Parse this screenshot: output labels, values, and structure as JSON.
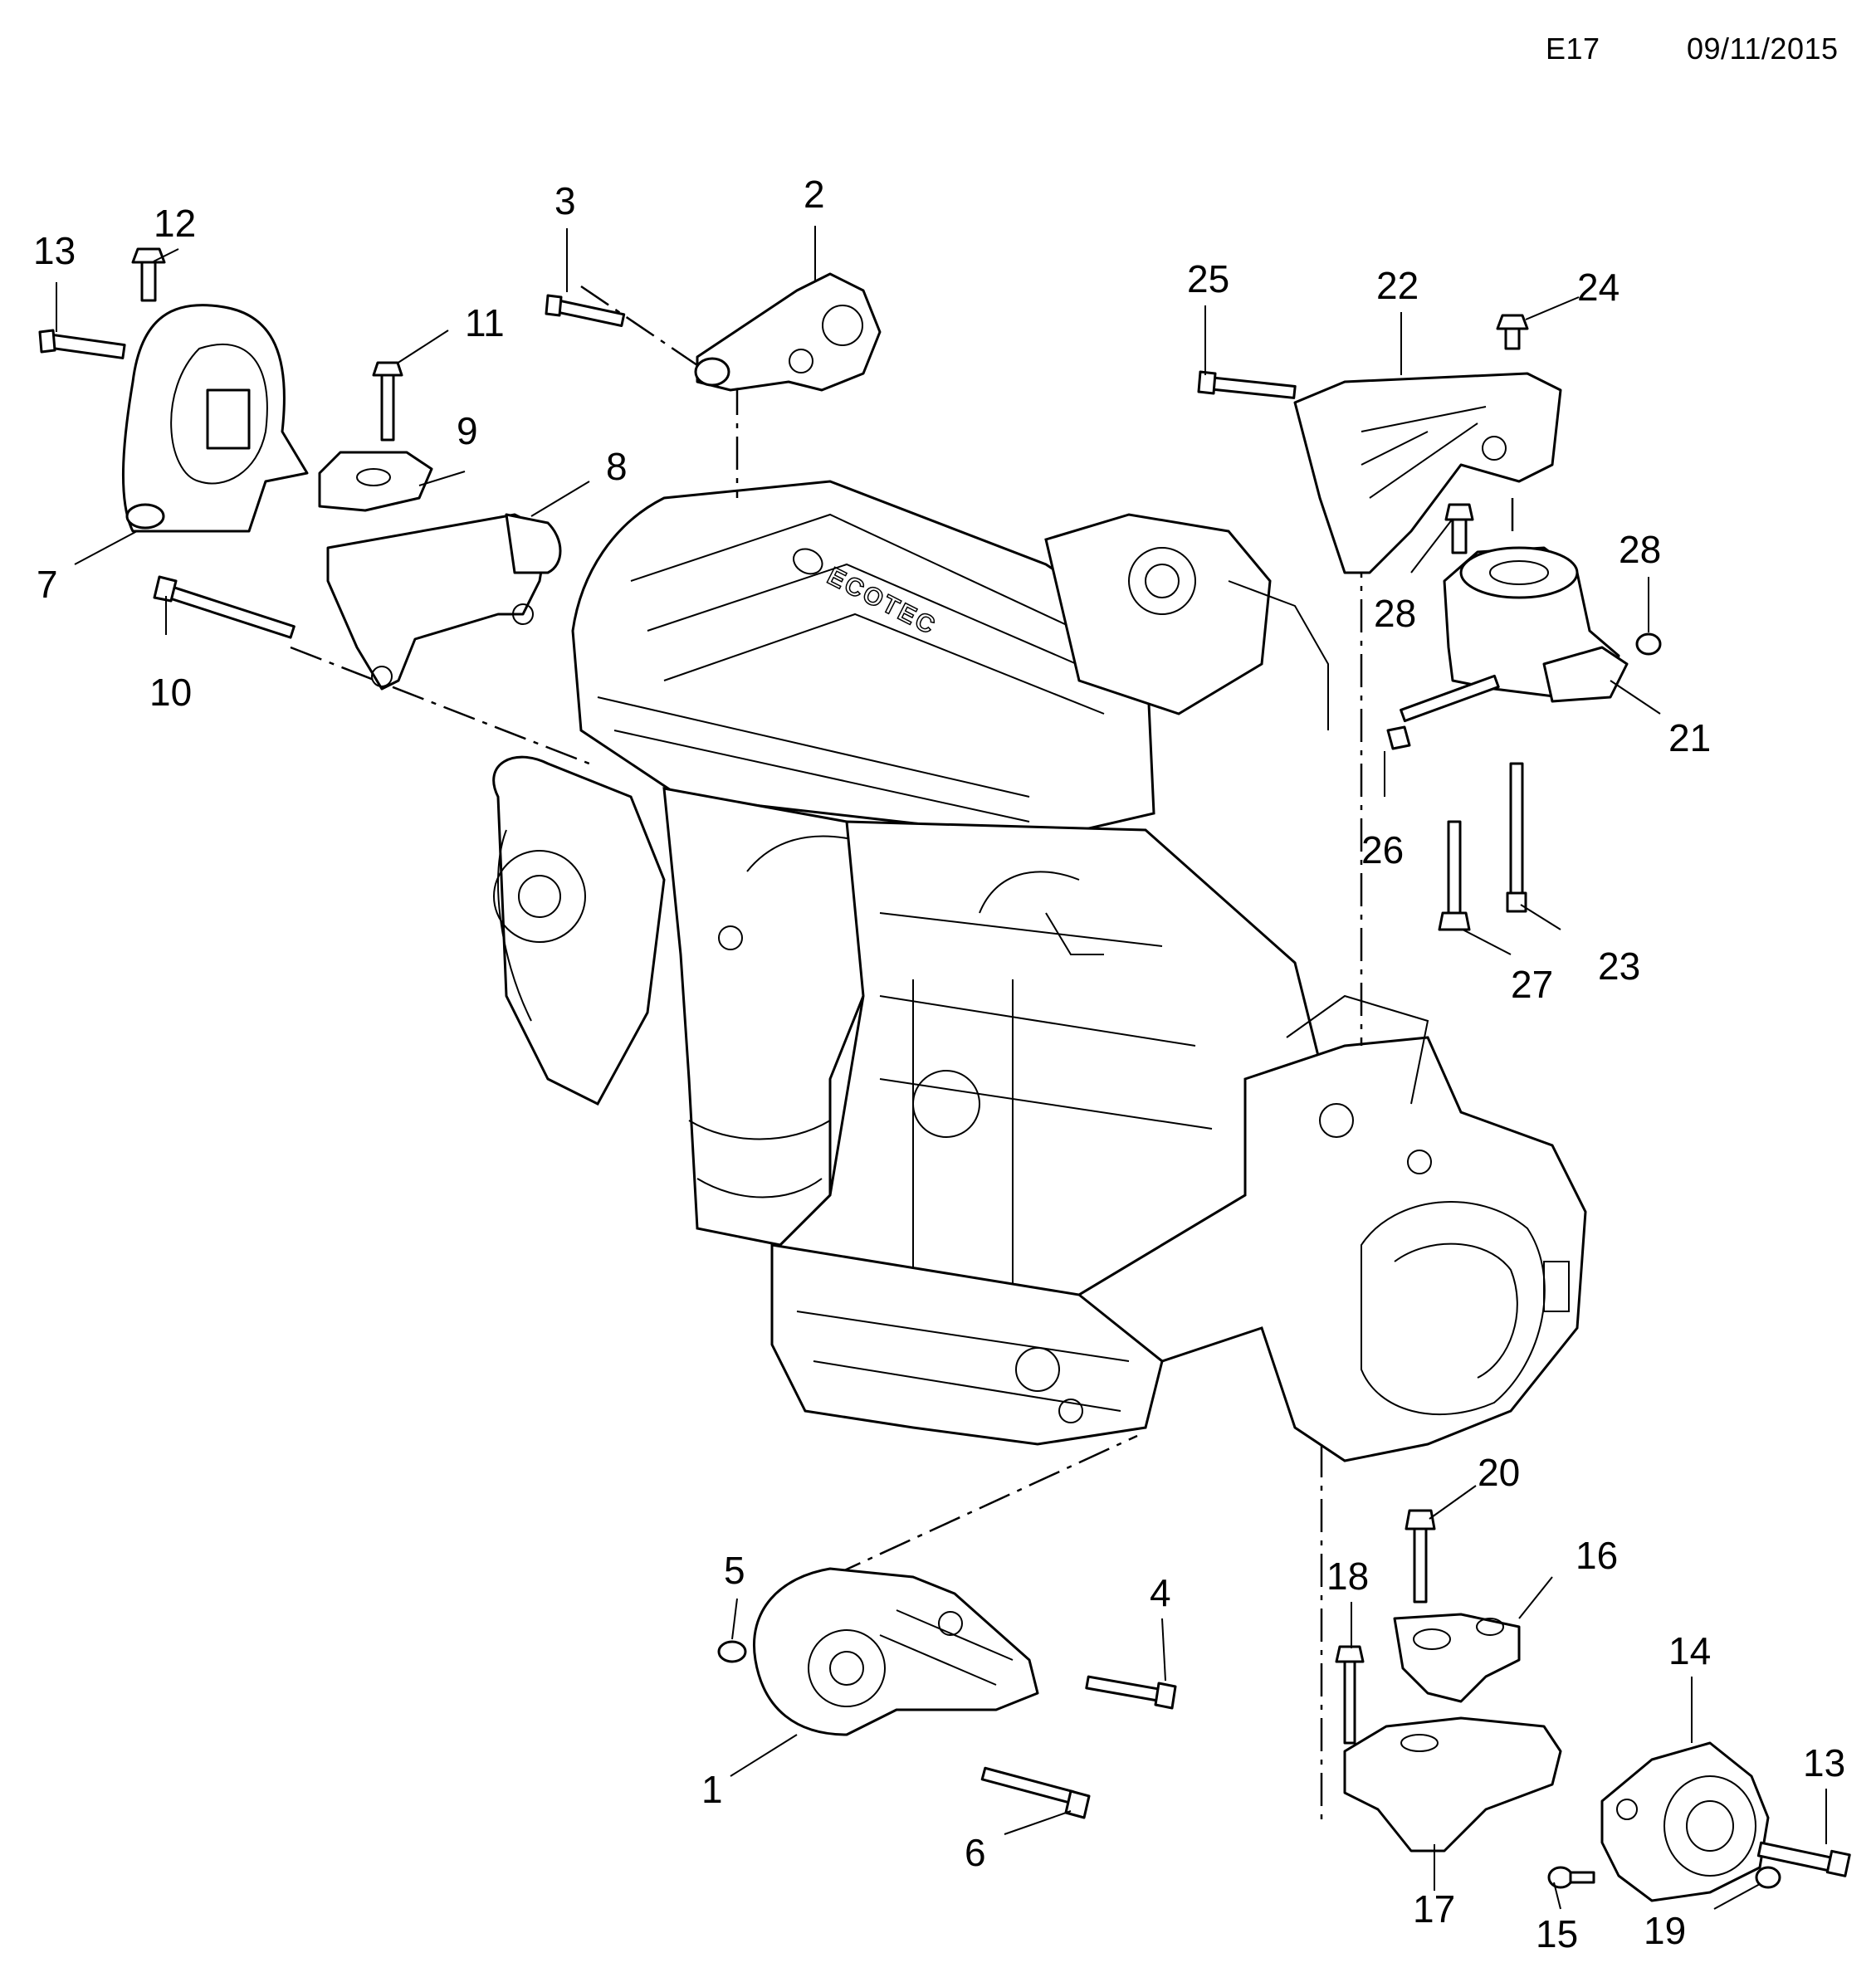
{
  "header": {
    "code": "E17",
    "date": "09/11/2015"
  },
  "engine": {
    "logo_text": "ECOTEC"
  },
  "callouts": [
    {
      "id": "c13a",
      "label": "13"
    },
    {
      "id": "c12",
      "label": "12"
    },
    {
      "id": "c3",
      "label": "3"
    },
    {
      "id": "c2",
      "label": "2"
    },
    {
      "id": "c11",
      "label": "11"
    },
    {
      "id": "c9",
      "label": "9"
    },
    {
      "id": "c8",
      "label": "8"
    },
    {
      "id": "c7",
      "label": "7"
    },
    {
      "id": "c10",
      "label": "10"
    },
    {
      "id": "c25",
      "label": "25"
    },
    {
      "id": "c22",
      "label": "22"
    },
    {
      "id": "c24",
      "label": "24"
    },
    {
      "id": "c28a",
      "label": "28"
    },
    {
      "id": "c28b",
      "label": "28"
    },
    {
      "id": "c21",
      "label": "21"
    },
    {
      "id": "c26",
      "label": "26"
    },
    {
      "id": "c27",
      "label": "27"
    },
    {
      "id": "c23",
      "label": "23"
    },
    {
      "id": "c20",
      "label": "20"
    },
    {
      "id": "c5",
      "label": "5"
    },
    {
      "id": "c4",
      "label": "4"
    },
    {
      "id": "c18",
      "label": "18"
    },
    {
      "id": "c16",
      "label": "16"
    },
    {
      "id": "c14",
      "label": "14"
    },
    {
      "id": "c1",
      "label": "1"
    },
    {
      "id": "c13b",
      "label": "13"
    },
    {
      "id": "c6",
      "label": "6"
    },
    {
      "id": "c17",
      "label": "17"
    },
    {
      "id": "c15",
      "label": "15"
    },
    {
      "id": "c19",
      "label": "19"
    }
  ]
}
